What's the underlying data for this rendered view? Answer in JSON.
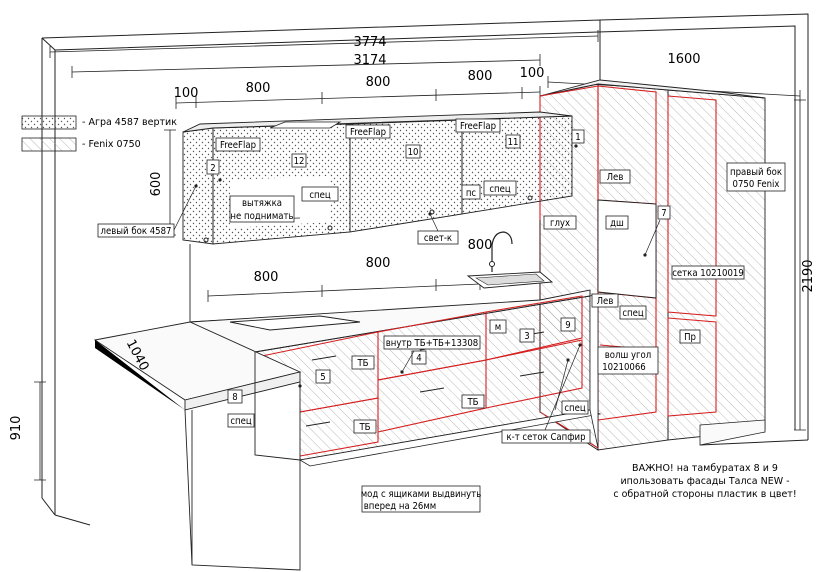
{
  "legend": {
    "items": [
      {
        "label": "- Агра 4587 вертик"
      },
      {
        "label": "- Fenix 0750"
      }
    ]
  },
  "dimensions": {
    "total_width": "3774",
    "inner_width": "3174",
    "right_width": "1600",
    "top_offset_left": "100",
    "top_offset_right": "100",
    "upper_800_a": "800",
    "upper_800_b": "800",
    "upper_800_c": "800",
    "upper_height": "600",
    "lower_800_a": "800",
    "lower_800_b": "800",
    "lower_800_c": "800",
    "total_height": "2190",
    "bar_length": "1040",
    "bar_height": "910"
  },
  "labels": {
    "freeflap_1": "FreeFlap",
    "freeflap_2": "FreeFlap",
    "freeflap_3": "FreeFlap",
    "num_1": "1",
    "num_2": "2",
    "num_3": "3",
    "num_4": "4",
    "num_5": "5",
    "num_7": "7",
    "num_8": "8",
    "num_9": "9",
    "num_10": "10",
    "num_11": "11",
    "num_12": "12",
    "hood_line1": "вытяжка",
    "hood_line2": "не поднимать",
    "spec_upper_a": "спец",
    "spec_upper_b": "спец",
    "ps": "пс",
    "left_side": "левый бок 4587",
    "light": "свет-к",
    "gluh": "глух",
    "lev_top": "Лев",
    "dsh": "дш",
    "lev_mid": "Лев",
    "spec_mid": "спец",
    "right_side_line1": "правый бок",
    "right_side_line2": "0750 Fenix",
    "mesh": "сетка 10210019",
    "pr": "Пр",
    "volsh_line1": "волш угол",
    "volsh_line2": "10210066",
    "m": "м",
    "inner": "внутр ТБ+ТБ+13308",
    "tb_1": "ТБ",
    "tb_2": "ТБ",
    "tb_3": "ТБ",
    "spec_lower": "спец",
    "spec_bar": "спец",
    "mesh_set": "к-т сеток Сапфир",
    "drawers_line1": "мод с ящиками выдвинуть",
    "drawers_line2": "вперед на 26мм"
  },
  "note": {
    "line1": "ВАЖНО! на тамбуратах 8 и 9",
    "line2": "ипользовать фасады Талса NEW -",
    "line3": "с обратной стороны пластик в цвет!"
  },
  "colors": {
    "line": "#1a1a1a",
    "red": "#d62020",
    "hatch": "#9a9a9a",
    "dots": "#555555"
  }
}
